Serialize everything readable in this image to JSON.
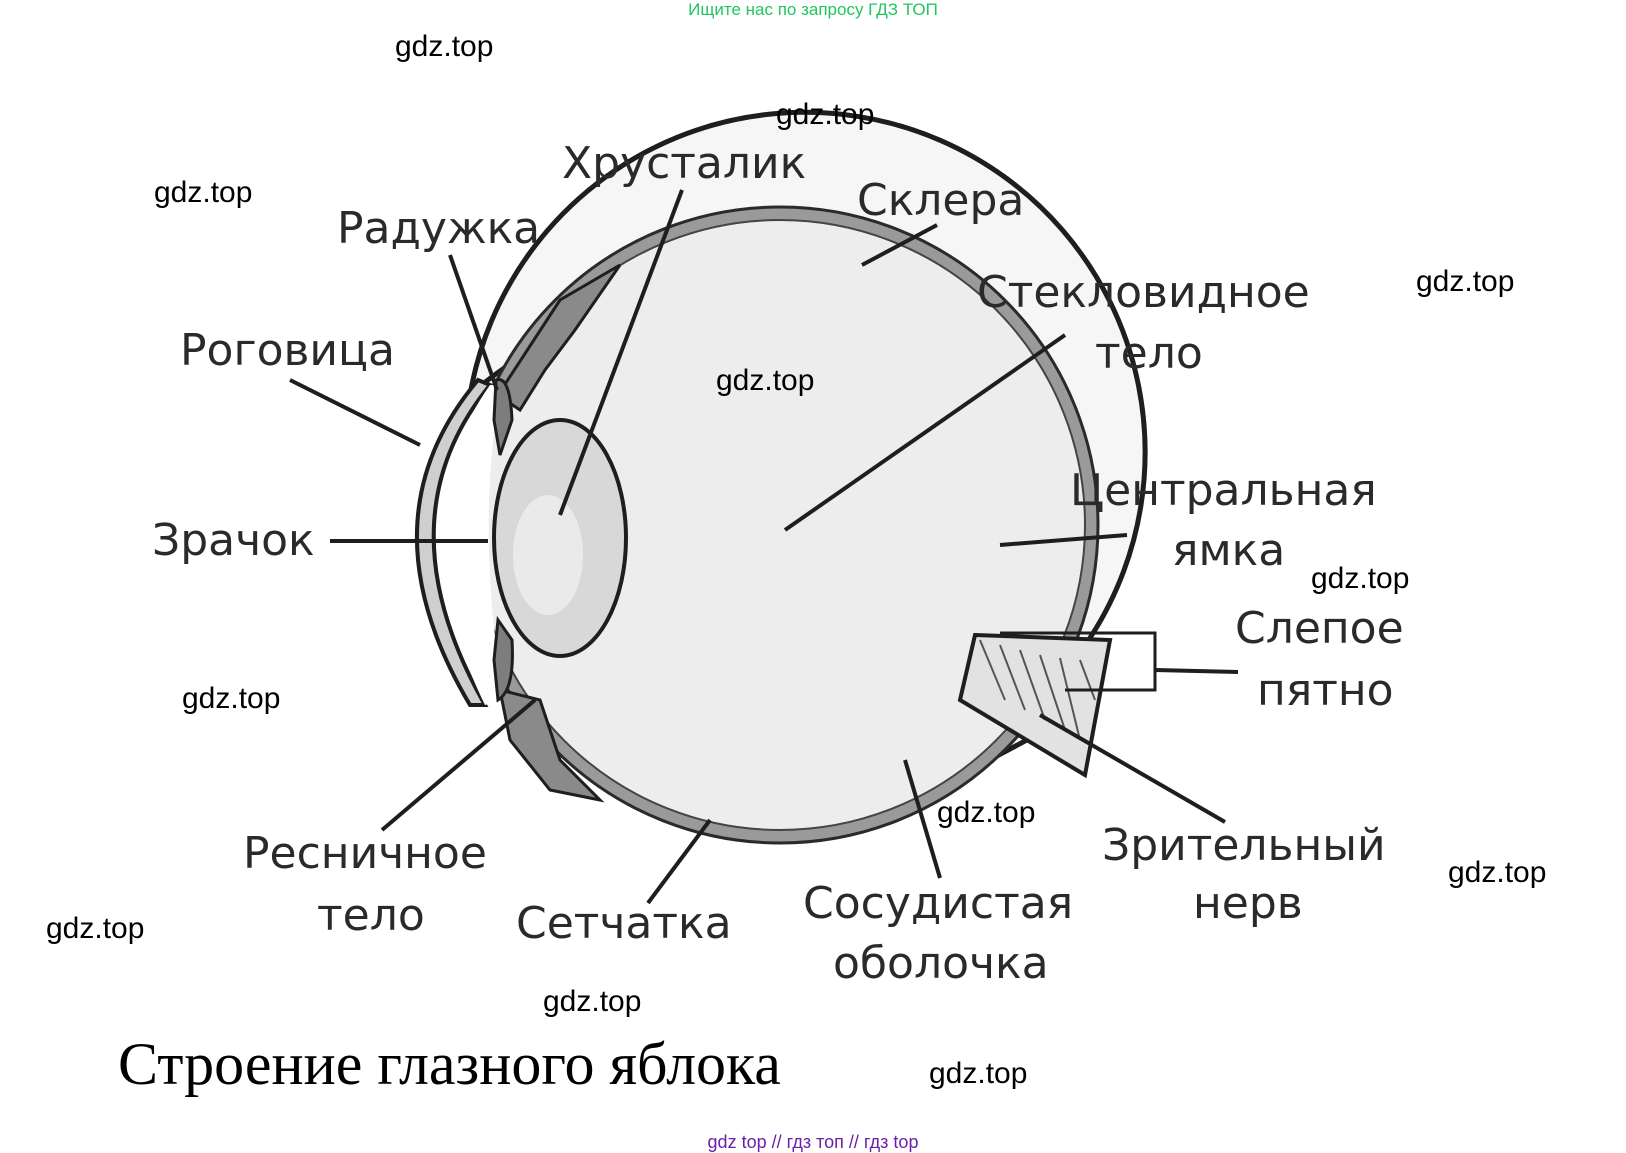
{
  "top_banner": "Ищите нас по запросу ГДЗ ТОП",
  "watermark": "gdz.top",
  "labels": {
    "lens": "Хрусталик",
    "sclera": "Склера",
    "iris": "Радужка",
    "vitreous_1": "Стекловидное",
    "vitreous_2": "тело",
    "cornea": "Роговица",
    "fovea_1": "Центральная",
    "fovea_2": "ямка",
    "pupil": "Зрачок",
    "blind_spot_1": "Слепое",
    "blind_spot_2": "пятно",
    "ciliary_1": "Ресничное",
    "ciliary_2": "тело",
    "retina": "Сетчатка",
    "choroid_1": "Сосудистая",
    "choroid_2": "оболочка",
    "optic_nerve_1": "Зрительный",
    "optic_nerve_2": "нерв"
  },
  "caption": "Строение глазного яблока",
  "footer": "gdz top  //  гдз топ  //  гдз top"
}
